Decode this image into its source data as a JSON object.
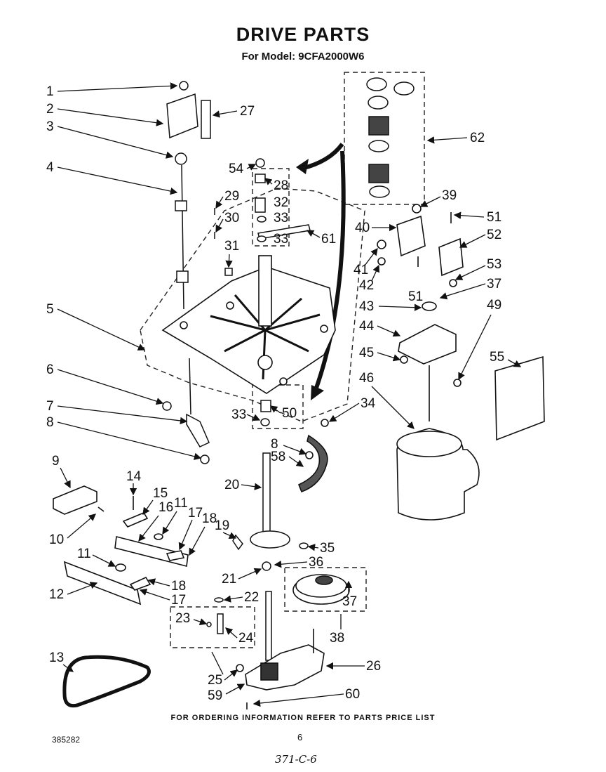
{
  "header": {
    "title": "DRIVE PARTS",
    "model_line": "For Model: 9CFA2000W6"
  },
  "footer": {
    "ordering_note": "FOR ORDERING INFORMATION REFER TO PARTS PRICE LIST",
    "document_number": "385282",
    "page_number": "6",
    "handwritten_note": "371-C-6"
  },
  "callouts": {
    "c1": "1",
    "c2": "2",
    "c3": "3",
    "c4": "4",
    "c5": "5",
    "c6": "6",
    "c7": "7",
    "c8a": "8",
    "c9": "9",
    "c10": "10",
    "c11a": "11",
    "c11b": "11",
    "c12": "12",
    "c13": "13",
    "c14": "14",
    "c15": "15",
    "c16": "16",
    "c17a": "17",
    "c17b": "17",
    "c18a": "18",
    "c18b": "18",
    "c19": "19",
    "c20": "20",
    "c21": "21",
    "c22": "22",
    "c23": "23",
    "c24": "24",
    "c25": "25",
    "c26": "26",
    "c27": "27",
    "c28": "28",
    "c29": "29",
    "c30": "30",
    "c31": "31",
    "c32": "32",
    "c33a": "33",
    "c33b": "33",
    "c33c": "33",
    "c34": "34",
    "c35": "35",
    "c36": "36",
    "c37a": "37",
    "c37b": "37",
    "c38": "38",
    "c39": "39",
    "c40": "40",
    "c41": "41",
    "c42": "42",
    "c43": "43",
    "c44": "44",
    "c45": "45",
    "c46": "46",
    "c49": "49",
    "c50": "50",
    "c51a": "51",
    "c51b": "51",
    "c52": "52",
    "c53": "53",
    "c54": "54",
    "c55": "55",
    "c58": "58",
    "c59": "59",
    "c60": "60",
    "c61": "61",
    "c62": "62",
    "c8b": "8"
  }
}
